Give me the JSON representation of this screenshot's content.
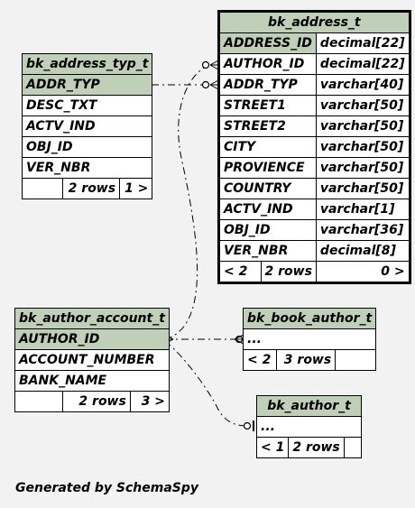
{
  "footer": "Generated by SchemaSpy",
  "bk_address_t": {
    "title": "bk_address_t",
    "columns": [
      {
        "name": "ADDRESS_ID",
        "type": "decimal[22]"
      },
      {
        "name": "AUTHOR_ID",
        "type": "decimal[22]"
      },
      {
        "name": "ADDR_TYP",
        "type": "varchar[40]"
      },
      {
        "name": "STREET1",
        "type": "varchar[50]"
      },
      {
        "name": "STREET2",
        "type": "varchar[50]"
      },
      {
        "name": "CITY",
        "type": "varchar[50]"
      },
      {
        "name": "PROVIENCE",
        "type": "varchar[50]"
      },
      {
        "name": "COUNTRY",
        "type": "varchar[50]"
      },
      {
        "name": "ACTV_IND",
        "type": "varchar[1]"
      },
      {
        "name": "OBJ_ID",
        "type": "varchar[36]"
      },
      {
        "name": "VER_NBR",
        "type": "decimal[8]"
      }
    ],
    "footer": {
      "parents": "< 2",
      "rows": "2 rows",
      "children": "0 >"
    }
  },
  "bk_address_typ_t": {
    "title": "bk_address_typ_t",
    "columns": [
      "ADDR_TYP",
      "DESC_TXT",
      "ACTV_IND",
      "OBJ_ID",
      "VER_NBR"
    ],
    "footer": {
      "rows": "2 rows",
      "children": "1 >"
    }
  },
  "bk_author_account_t": {
    "title": "bk_author_account_t",
    "columns": [
      "AUTHOR_ID",
      "ACCOUNT_NUMBER",
      "BANK_NAME"
    ],
    "footer": {
      "rows": "2 rows",
      "children": "3 >"
    }
  },
  "bk_book_author_t": {
    "title": "bk_book_author_t",
    "columns": [
      "..."
    ],
    "footer": {
      "parents": "< 2",
      "rows": "3 rows"
    }
  },
  "bk_author_t": {
    "title": "bk_author_t",
    "columns": [
      "..."
    ],
    "footer": {
      "parents": "< 1",
      "rows": "2 rows"
    }
  }
}
